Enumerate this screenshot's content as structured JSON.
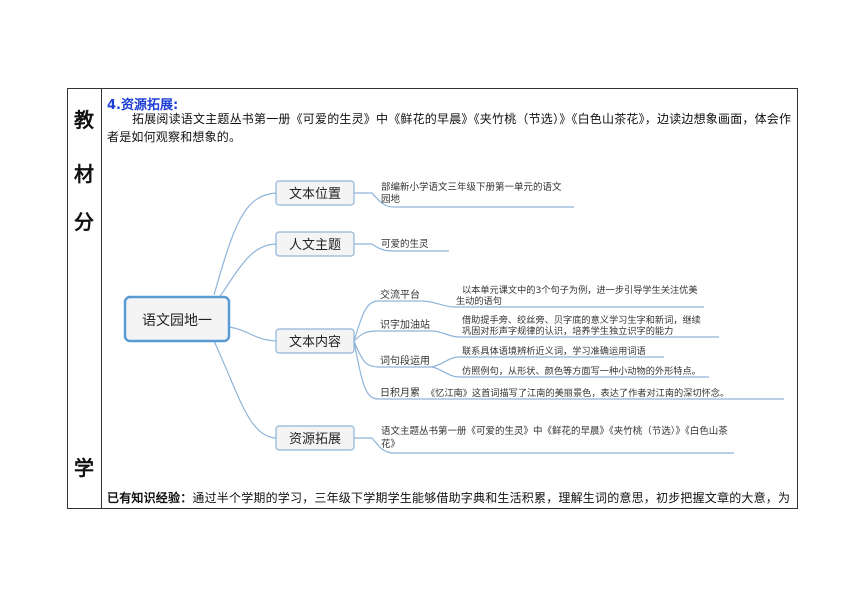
{
  "side_chars": [
    "教",
    "材",
    "分",
    "学"
  ],
  "section": {
    "title": "4.资源拓展:",
    "paragraph": "拓展阅读语文主题丛书第一册《可爱的生灵》中《鲜花的早晨》《夹竹桃（节选）》《白色山茶花》，边读边想象画面，体会作者是如何观察和想象的。"
  },
  "mindmap": {
    "root": "语文园地一",
    "branches": [
      {
        "label": "文本位置",
        "text": [
          "部编新小学语文三年级下册第一单元的语文",
          "园地"
        ]
      },
      {
        "label": "人文主题",
        "text": [
          "可爱的生灵"
        ]
      },
      {
        "label": "文本内容",
        "subs": [
          {
            "label": "交流平台",
            "text": [
              "以本单元课文中的3个句子为例，进一步引导学生关注优美",
              "生动的语句"
            ]
          },
          {
            "label": "识字加油站",
            "text": [
              "借助提手旁、绞丝旁、贝字底的意义学习生字和新词，继续",
              "巩固对形声字规律的认识，培养学生独立识字的能力"
            ]
          },
          {
            "label": "词句段运用",
            "text": [
              "联系具体语境辨析近义词，学习准确运用词语",
              "仿照例句，从形状、颜色等方面写一种小动物的外形特点。"
            ]
          },
          {
            "label": "日积月累",
            "text": [
              "《忆江南》这首词描写了江南的美丽景色，表达了作者对江南的深切怀念。"
            ]
          }
        ]
      },
      {
        "label": "资源拓展",
        "text": [
          "语文主题丛书第一册《可爱的生灵》中《鲜花的早晨》《夹竹桃（节选）》《白色山茶",
          "花》"
        ]
      }
    ]
  },
  "experience": {
    "label": "已有知识经验：",
    "text": "通过半个学期的学习，三年级下学期学生能够借助字典和生活积累，理解生词的意思，初步把握文章的大意，为"
  },
  "colors": {
    "title_blue": "#1f3fd6",
    "node_border": "#5b9bd5",
    "line": "#8fb4d9",
    "node_fill": "#f4f4f4"
  }
}
